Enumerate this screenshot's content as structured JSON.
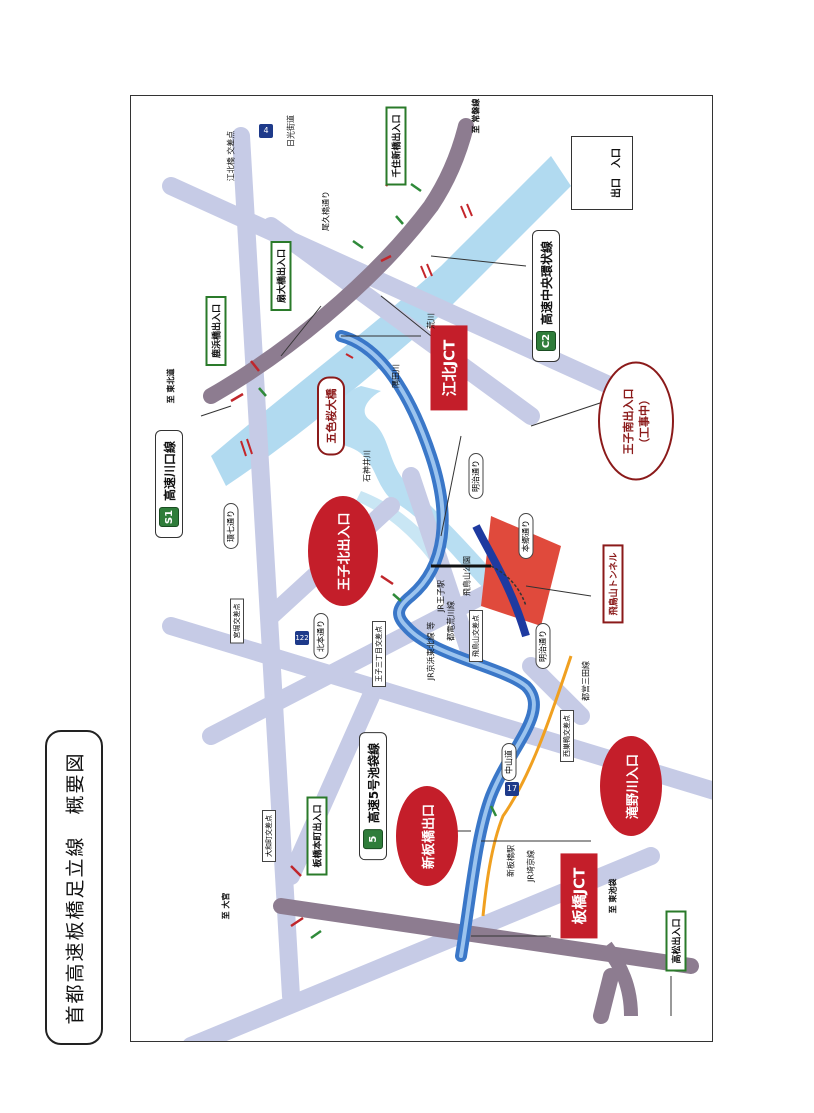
{
  "title": "首都高速板橋足立線　概要図",
  "legend": {
    "entry": "入口",
    "exit": "出口",
    "entry_color": "#c0262b",
    "exit_color": "#2f8a3a"
  },
  "routes": {
    "kawaguchi": {
      "num": "S1",
      "name": "高速川口線"
    },
    "chuo": {
      "num": "C2",
      "name": "高速中央環状線"
    },
    "ikebukuro": {
      "num": "5",
      "name": "高速5号池袋線"
    }
  },
  "jct": {
    "koboku": "江北JCT",
    "itabashi": "板橋JCT"
  },
  "ramps": {
    "kanoshinbashi": "鹿浜橋出入口",
    "kohokukita": "扇大橋出入口",
    "senju": "千住新橋出入口",
    "ojikita": "王子北出入口",
    "ojiminami": "王子南出入口",
    "ojiminami_note": "（工事中）",
    "shinitabashi": "新板橋出口",
    "takinogawa": "滝野川入口",
    "itabashihoncho": "板橋本町出入口",
    "takashima": "高松出入口"
  },
  "bridge": "五色桜大橋",
  "tunnel": "飛鳥山トンネル",
  "rivers": {
    "arakawa": "荒川",
    "sumida": "隅田川",
    "shakujii": "石神井川"
  },
  "roads": {
    "kanshichi": "環七通り",
    "kitahondori": "北本通り",
    "meijidori": "明治通り",
    "hongodori": "本郷通り",
    "nakasendo": "中山道",
    "onedori": "尾久橋通り",
    "hikawa": "日光街道",
    "ojiekimae": "王子三丁目交差点",
    "miyanoshita": "宮堀交差点",
    "nishisugamo": "西巣鴨交差点",
    "asukayama_int": "飛鳥山交差点",
    "ootoriku": "大和町交差点",
    "kohoku_int": "江北橋 交差点"
  },
  "rails": {
    "jr_keihin": "JR京浜東北線 等",
    "toden": "都電荒川線",
    "jr_saikyo": "JR埼京線",
    "toei_mita": "都営三田線",
    "jr_oji": "JR王子駅",
    "shinitabashi_st": "新板橋駅",
    "asukayama_park": "飛鳥山公園"
  },
  "destinations": {
    "tokita": "至 東北道",
    "ohmiya": "至 大宮",
    "toko": "至 東池袋",
    "joban": "至 常磐線"
  },
  "shields": {
    "r4": "4",
    "r17": "17",
    "r122": "122"
  }
}
